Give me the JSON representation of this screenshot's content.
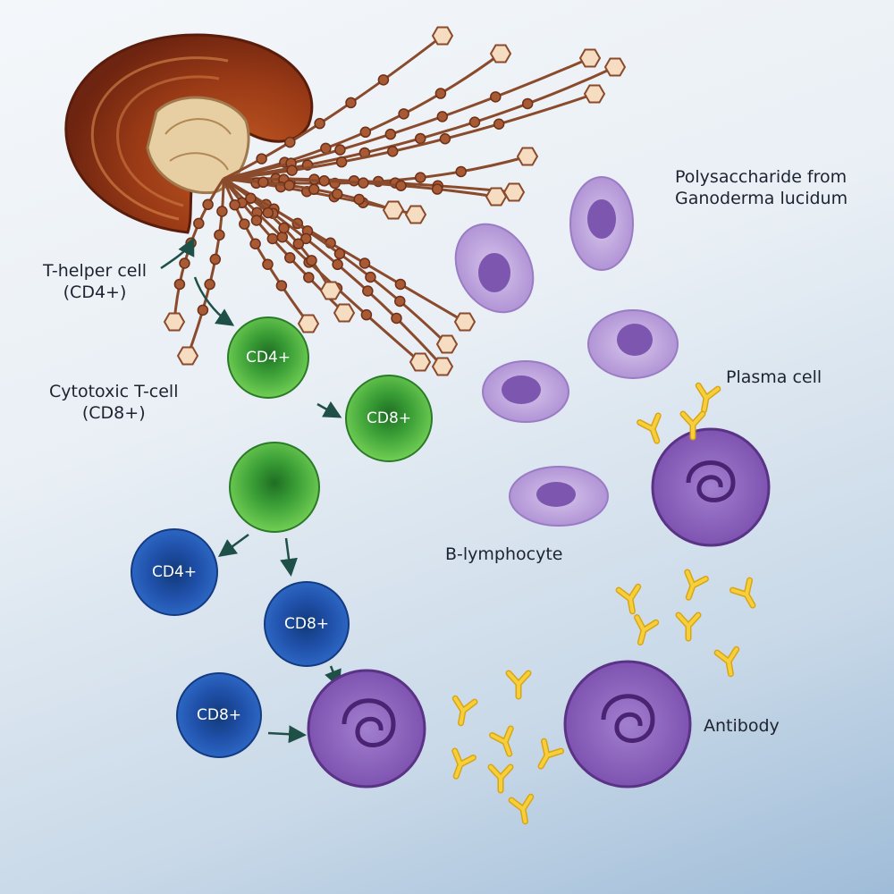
{
  "labels": {
    "polysaccharide": [
      "Polysaccharide from",
      "Ganoderma lucidum"
    ],
    "t_helper": [
      "T-helper cell",
      "(CD4+)"
    ],
    "cytotoxic": [
      "Cytotoxic T-cell",
      "(CD8+)"
    ],
    "plasma_cell": "Plasma cell",
    "b_lymphocyte": "B-lymphocyte",
    "antibody": "Antibody"
  },
  "cells": {
    "green_cd4": "CD4+",
    "green_cd8": "CD8+",
    "blue_cd4": "CD4+",
    "blue_cd8_a": "CD8+",
    "blue_cd8_b": "CD8+"
  },
  "colors": {
    "mushroom": "#8e3514",
    "chain": "#8a4a2c",
    "hexagon": "#f6dcc0",
    "green_cell": "#3faa3a",
    "blue_cell": "#1f4fa8",
    "b_cell": "#b79bd6",
    "plasma_cell": "#8a5bb8",
    "antibody": "#f2c22c",
    "arrow": "#1f5048"
  }
}
